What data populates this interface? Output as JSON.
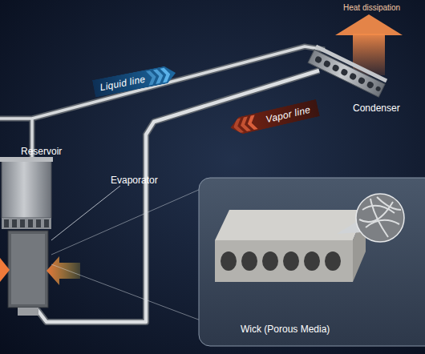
{
  "diagram": {
    "nodes": [
      {
        "text": [
          "Liquid line"
        ]
      },
      {
        "text": [
          "Vapor line"
        ]
      },
      {
        "text": [
          "Wick (Porous Media)"
        ]
      }
    ],
    "labels": [
      "Heat dissipation",
      "Condenser",
      "Reservoir",
      "Evaporator"
    ]
  }
}
